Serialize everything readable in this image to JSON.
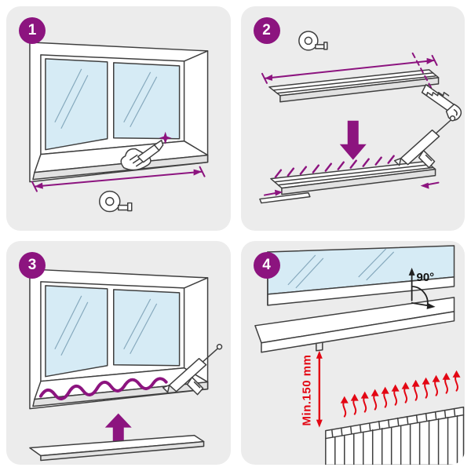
{
  "colors": {
    "page_background": "#ffffff",
    "panel_background": "#ececec",
    "accent_purple": "#8c147f",
    "warning_red": "#e30613",
    "glass_blue": "#d6ebf5",
    "outline": "#3f3f3f"
  },
  "steps": [
    {
      "badge": "1",
      "icons": [
        "window-icon",
        "hand-with-glue-pen-icon",
        "tape-measure-icon",
        "width-dimension-arrow-icon"
      ]
    },
    {
      "badge": "2",
      "icons": [
        "tape-measure-icon",
        "length-dimension-arrow-icon",
        "sill-board-icon",
        "cut-line-icon",
        "hand-saw-icon",
        "down-arrow-icon",
        "adhesive-hatch-icon",
        "caulking-gun-icon"
      ]
    },
    {
      "badge": "3",
      "icons": [
        "window-icon",
        "adhesive-bead-icon",
        "caulking-gun-icon",
        "up-arrow-icon",
        "sill-board-icon"
      ]
    },
    {
      "badge": "4",
      "icons": [
        "window-icon",
        "installed-sill-icon",
        "angle-annotation-icon",
        "min-distance-arrow-icon",
        "radiator-icon",
        "heat-arrows-icon"
      ],
      "angle_label": "90°",
      "min_distance_label": "Min.150 mm"
    }
  ]
}
